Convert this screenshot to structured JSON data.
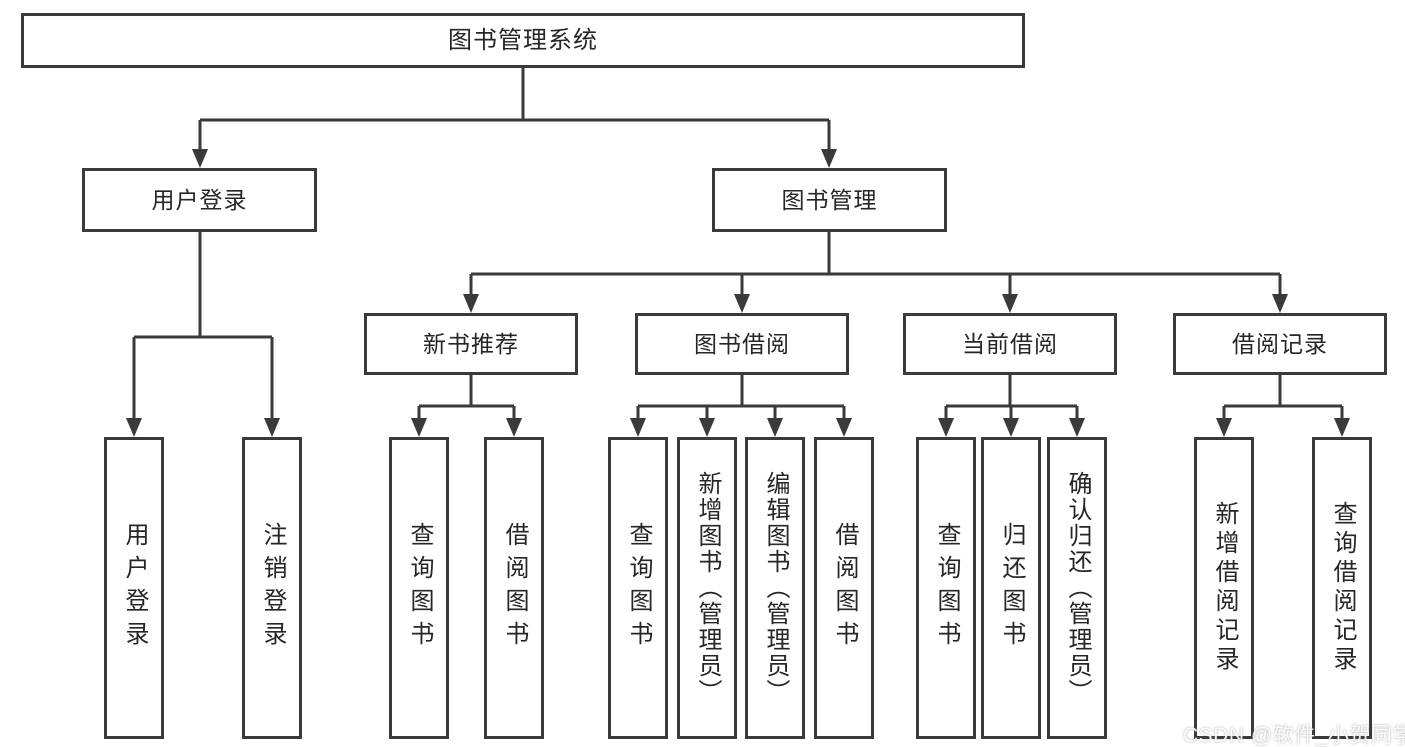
{
  "tree": {
    "root": "图书管理系统",
    "branches": [
      {
        "label": "用户登录",
        "leaves": [
          "用户登录",
          "注销登录"
        ]
      },
      {
        "label": "图书管理",
        "groups": [
          {
            "label": "新书推荐",
            "leaves": [
              "查询图书",
              "借阅图书"
            ]
          },
          {
            "label": "图书借阅",
            "leaves": [
              "查询图书",
              "新增图书（管理员）",
              "编辑图书（管理员）",
              "借阅图书"
            ]
          },
          {
            "label": "当前借阅",
            "leaves": [
              "查询图书",
              "归还图书",
              "确认归还（管理员）"
            ]
          },
          {
            "label": "借阅记录",
            "leaves": [
              "新增借阅记录",
              "查询借阅记录"
            ]
          }
        ]
      }
    ]
  },
  "line_color": "#3a3a3a",
  "watermark": "CSDN @软件_小贺同学"
}
